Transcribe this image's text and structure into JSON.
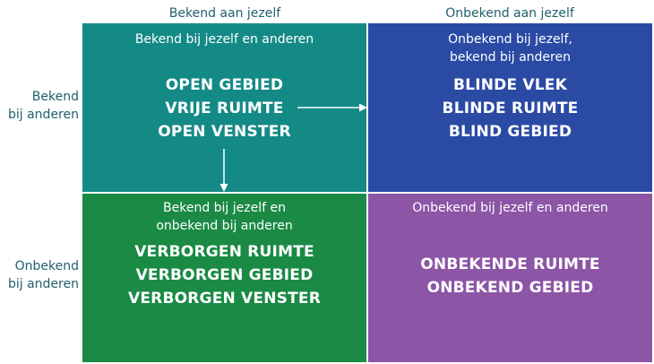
{
  "columns": [
    "Bekend aan jezelf",
    "Onbekend aan jezelf"
  ],
  "rows": [
    {
      "line1": "Bekend",
      "line2": "bij anderen"
    },
    {
      "line1": "Onbekend",
      "line2": "bij anderen"
    }
  ],
  "quadrants": {
    "top_left": {
      "subtitle": [
        "Bekend bij jezelf en anderen"
      ],
      "names": [
        "OPEN GEBIED",
        "VRIJE RUIMTE",
        "OPEN VENSTER"
      ],
      "color": "#148a87"
    },
    "top_right": {
      "subtitle": [
        "Onbekend bij jezelf,",
        "bekend bij anderen"
      ],
      "names": [
        "BLINDE VLEK",
        "BLINDE RUIMTE",
        "BLIND GEBIED"
      ],
      "color": "#2b4aa4"
    },
    "bottom_left": {
      "subtitle": [
        "Bekend bij jezelf en",
        "onbekend bij anderen"
      ],
      "names": [
        "VERBORGEN RUIMTE",
        "VERBORGEN GEBIED",
        "VERBORGEN VENSTER"
      ],
      "color": "#1a8a45"
    },
    "bottom_right": {
      "subtitle": [
        "Onbekend bij jezelf en anderen"
      ],
      "names": [
        "ONBEKENDE RUIMTE",
        "ONBEKEND GEBIED"
      ],
      "color": "#8c55a6"
    }
  },
  "colors": {
    "header_text": "#1f5f6e",
    "arrow": "#ffffff"
  }
}
